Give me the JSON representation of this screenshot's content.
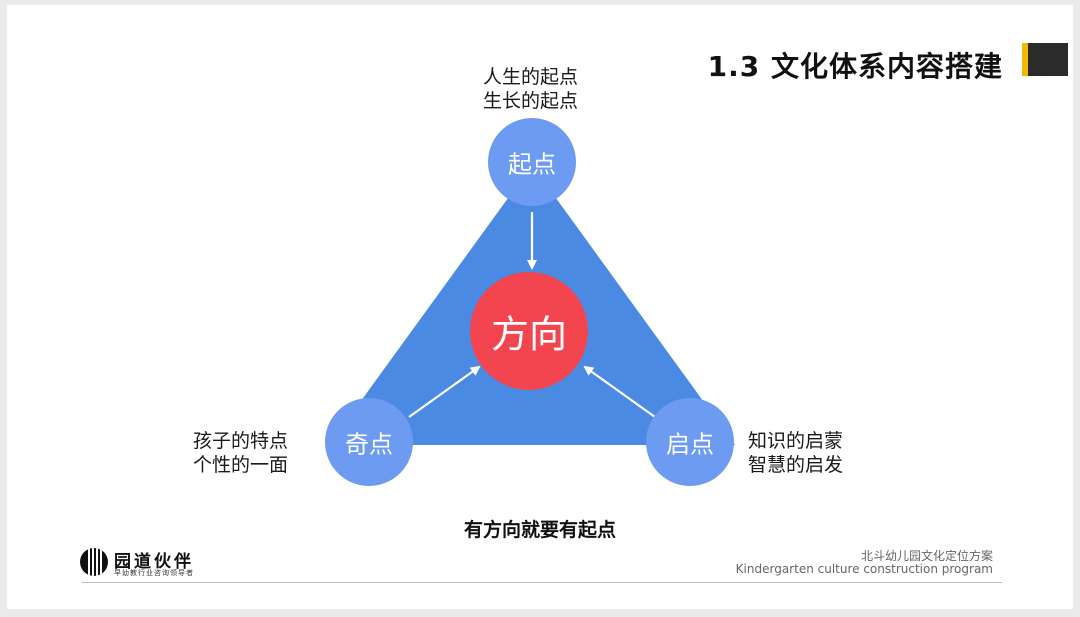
{
  "header": {
    "title": "1.3 文化体系内容搭建",
    "accent_color": "#f5b800",
    "block_color": "#2b2b2b"
  },
  "diagram": {
    "triangle_color": "#4a8ae2",
    "node_color": "#6d9bf1",
    "center_color": "#f2454f",
    "arrow_color": "#ffffff",
    "center": {
      "label": "方向"
    },
    "nodes": {
      "top": {
        "label": "起点",
        "notes": [
          "人生的起点",
          "生长的起点"
        ]
      },
      "left": {
        "label": "奇点",
        "notes": [
          "孩子的特点",
          "个性的一面"
        ]
      },
      "right": {
        "label": "启点",
        "notes": [
          "知识的启蒙",
          "智慧的启发"
        ]
      }
    },
    "caption": "有方向就要有起点"
  },
  "footer": {
    "logo_name": "园道伙伴",
    "logo_tagline": "早幼教行业咨询领导者",
    "title_cn": "北斗幼儿园文化定位方案",
    "title_en": "Kindergarten culture construction program"
  }
}
